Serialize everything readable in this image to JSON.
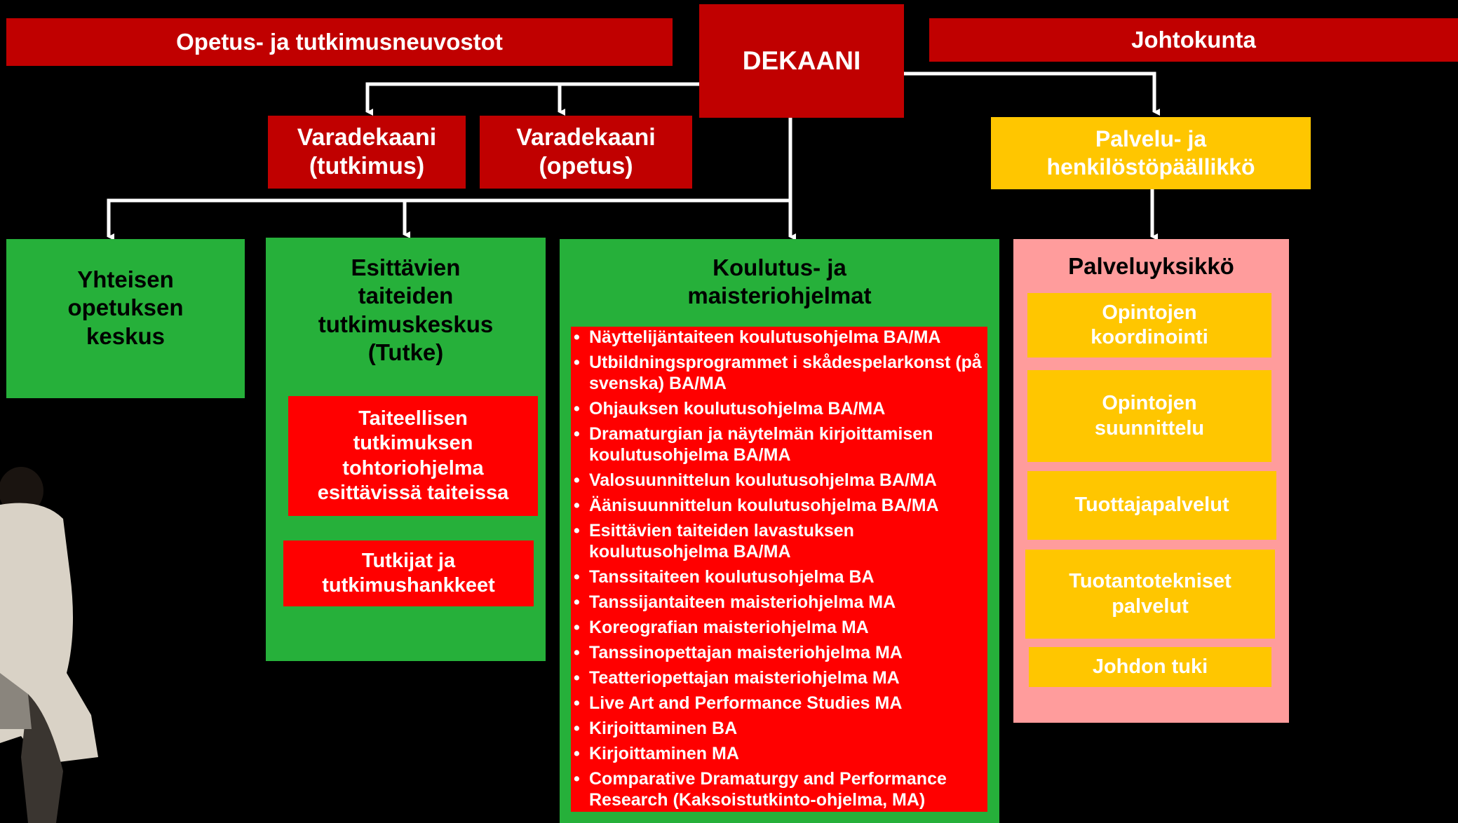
{
  "colors": {
    "background": "#000000",
    "dark_red": "#c00000",
    "red": "#ff0000",
    "green": "#26b03a",
    "yellow": "#ffc600",
    "pink": "#ff9c9c"
  },
  "top": {
    "councils": "Opetus- ja tutkimusneuvostot",
    "dean": "DEKAANI",
    "board": "Johtokunta"
  },
  "vice_deans": {
    "research_line1": "Varadekaani",
    "research_line2": "(tutkimus)",
    "teaching_line1": "Varadekaani",
    "teaching_line2": "(opetus)"
  },
  "services_head": {
    "line1": "Palvelu- ja",
    "line2": "henkilöstöpäällikkö"
  },
  "joint_teaching": {
    "line1": "Yhteisen",
    "line2": "opetuksen",
    "line3": "keskus"
  },
  "research_centre": {
    "line1": "Esittävien",
    "line2": "taiteiden",
    "line3": "tutkimuskeskus",
    "line4": "(Tutke)",
    "doctoral_line1": "Taiteellisen",
    "doctoral_line2": "tutkimuksen",
    "doctoral_line3": "tohtoriohjelma",
    "doctoral_line4": "esittävissä taiteissa",
    "researchers_line1": "Tutkijat ja",
    "researchers_line2": "tutkimushankkeet"
  },
  "programmes": {
    "title_line1": "Koulutus- ja",
    "title_line2": "maisteriohjelmat",
    "items": [
      "Näyttelijäntaiteen koulutusohjelma BA/MA",
      "Utbildningsprogrammet i skådespelarkonst (på svenska) BA/MA",
      "Ohjauksen koulutusohjelma BA/MA",
      "Dramaturgian ja näytelmän kirjoittamisen koulutusohjelma BA/MA",
      "Valosuunnittelun koulutusohjelma BA/MA",
      "Äänisuunnittelun koulutusohjelma BA/MA",
      "Esittävien taiteiden lavastuksen koulutusohjelma BA/MA",
      "Tanssitaiteen koulutusohjelma BA",
      "Tanssijantaiteen maisteriohjelma MA",
      "Koreografian maisteriohjelma MA",
      "Tanssinopettajan maisteriohjelma MA",
      "Teatteriopettajan maisteriohjelma MA",
      "Live Art and Performance Studies MA",
      "Kirjoittaminen BA",
      "Kirjoittaminen MA",
      "Comparative Dramaturgy and Performance Research (Kaksoistutkinto-ohjelma, MA)"
    ]
  },
  "service_unit": {
    "title": "Palveluyksikkö",
    "study_coord_line1": "Opintojen",
    "study_coord_line2": "koordinointi",
    "study_plan_line1": "Opintojen",
    "study_plan_line2": "suunnittelu",
    "producer": "Tuottajapalvelut",
    "tech_line1": "Tuotantotekniset",
    "tech_line2": "palvelut",
    "management": "Johdon tuki"
  }
}
